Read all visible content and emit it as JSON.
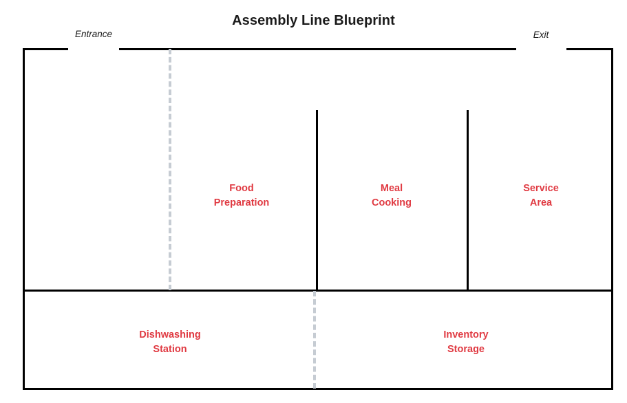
{
  "diagram": {
    "title": "Assembly Line Blueprint",
    "colors": {
      "wall": "#000000",
      "zone_label": "#e03a42",
      "flow_line": "#c6ccd3",
      "title": "#1a1a1a",
      "background": "#ffffff"
    },
    "openings": [
      {
        "id": "entrance",
        "label": "Entrance"
      },
      {
        "id": "exit",
        "label": "Exit"
      }
    ],
    "zones": [
      {
        "id": "food-preparation",
        "label": "Food\nPreparation",
        "row": "upper"
      },
      {
        "id": "meal-cooking",
        "label": "Meal\nCooking",
        "row": "upper"
      },
      {
        "id": "service-area",
        "label": "Service\nArea",
        "row": "upper"
      },
      {
        "id": "dishwashing",
        "label": "Dishwashing\nStation",
        "row": "lower"
      },
      {
        "id": "inventory-storage",
        "label": "Inventory\nStorage",
        "row": "lower"
      }
    ],
    "flow_lines": [
      {
        "id": "upper",
        "orientation": "vertical",
        "style": "dashed"
      },
      {
        "id": "lower",
        "orientation": "vertical",
        "style": "dashed"
      }
    ]
  }
}
